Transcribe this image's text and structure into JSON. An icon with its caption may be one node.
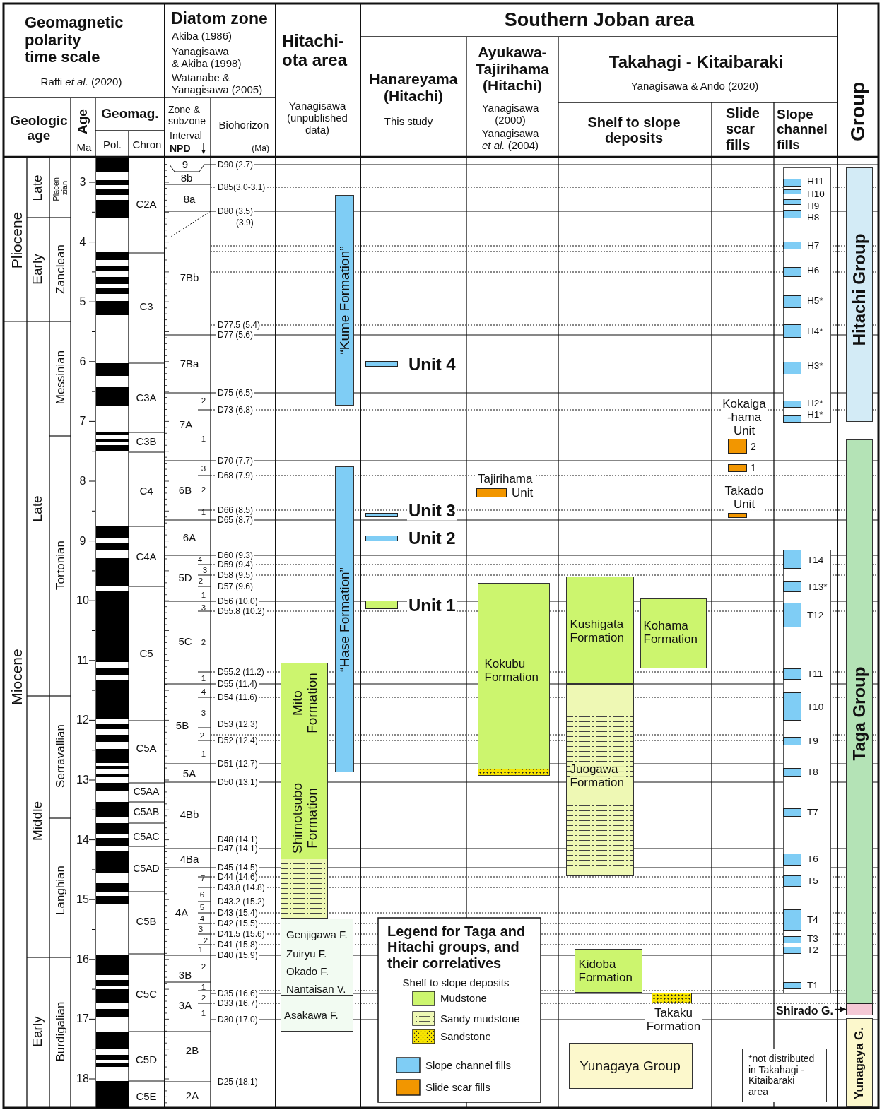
{
  "diagram": {
    "nodes": [
      {
        "text": [
          "“Kume Formation”"
        ]
      },
      {
        "text": [
          "“Hase Formation”"
        ]
      },
      {
        "text": [
          "Mito Formation",
          "Shimotsubo Formation"
        ]
      },
      {
        "text": [
          "Genjigawa F.",
          "Zuiryu F.",
          "Okado F.",
          "Nantaisan V.",
          "Asakawa F."
        ]
      },
      {
        "text": [],
        "shape": "bar",
        "beside": [
          "Unit 4"
        ]
      },
      {
        "text": [],
        "shape": "bar",
        "beside": [
          "Unit 3"
        ]
      },
      {
        "text": [],
        "shape": "bar",
        "beside": [
          "Unit 2"
        ]
      },
      {
        "text": [],
        "shape": "bar",
        "beside": [
          "Unit 1"
        ]
      },
      {
        "text": [],
        "shape": "bar",
        "beside": [
          "Tajirihama",
          "Unit"
        ]
      },
      {
        "text": [
          "Kokubu Formation"
        ]
      },
      {
        "text": [
          "Kushigata Formation"
        ]
      },
      {
        "text": [
          "Juogawa Formation"
        ]
      },
      {
        "text": [
          "Kohama Formation"
        ]
      },
      {
        "text": [
          "Kidoba Formation"
        ]
      },
      {
        "text": [],
        "shape": "bar",
        "beside": [
          "Takaku Formation"
        ]
      },
      {
        "text": [],
        "shape": "bar",
        "beside": [
          "2"
        ]
      },
      {
        "text": [],
        "shape": "bar",
        "beside": [
          "1"
        ]
      },
      {
        "text": [],
        "shape": "bar",
        "beside": [
          "Takado Unit"
        ]
      },
      {
        "text": [],
        "shape": "box"
      },
      {
        "text": [],
        "shape": "bar",
        "in": 18,
        "beside": [
          "H11"
        ]
      },
      {
        "text": [],
        "shape": "bar",
        "in": 18,
        "beside": [
          "H10"
        ]
      },
      {
        "text": [],
        "shape": "bar",
        "in": 18,
        "beside": [
          "H9"
        ]
      },
      {
        "text": [],
        "shape": "bar",
        "in": 18,
        "beside": [
          "H8"
        ]
      },
      {
        "text": [],
        "shape": "bar",
        "in": 18,
        "beside": [
          "H7"
        ]
      },
      {
        "text": [],
        "shape": "bar",
        "in": 18,
        "beside": [
          "H6"
        ]
      },
      {
        "text": [],
        "shape": "bar",
        "in": 18,
        "beside": [
          "H5*"
        ]
      },
      {
        "text": [],
        "shape": "bar",
        "in": 18,
        "beside": [
          "H4*"
        ]
      },
      {
        "text": [],
        "shape": "bar",
        "in": 18,
        "beside": [
          "H3*"
        ]
      },
      {
        "text": [],
        "shape": "bar",
        "in": 18,
        "beside": [
          "H2*"
        ]
      },
      {
        "text": [],
        "shape": "bar",
        "in": 18,
        "beside": [
          "H1*"
        ]
      },
      {
        "text": [],
        "shape": "box"
      },
      {
        "text": [],
        "shape": "bar",
        "in": 30,
        "beside": [
          "T14"
        ]
      },
      {
        "text": [],
        "shape": "bar",
        "in": 30,
        "beside": [
          "T13*"
        ]
      },
      {
        "text": [],
        "shape": "bar",
        "in": 30,
        "beside": [
          "T12"
        ]
      },
      {
        "text": [],
        "shape": "bar",
        "in": 30,
        "beside": [
          "T11"
        ]
      },
      {
        "text": [],
        "shape": "bar",
        "in": 30,
        "beside": [
          "T10"
        ]
      },
      {
        "text": [],
        "shape": "bar",
        "in": 30,
        "beside": [
          "T9"
        ]
      },
      {
        "text": [],
        "shape": "bar",
        "in": 30,
        "beside": [
          "T8"
        ]
      },
      {
        "text": [],
        "shape": "bar",
        "in": 30,
        "beside": [
          "T7"
        ]
      },
      {
        "text": [],
        "shape": "bar",
        "in": 30,
        "beside": [
          "T6"
        ]
      },
      {
        "text": [],
        "shape": "bar",
        "in": 30,
        "beside": [
          "T5"
        ]
      },
      {
        "text": [],
        "shape": "bar",
        "in": 30,
        "beside": [
          "T4"
        ]
      },
      {
        "text": [],
        "shape": "bar",
        "in": 30,
        "beside": [
          "T3"
        ]
      },
      {
        "text": [],
        "shape": "bar",
        "in": 30,
        "beside": [
          "T2"
        ]
      },
      {
        "text": [],
        "shape": "bar",
        "in": 30,
        "beside": [
          "T1"
        ]
      },
      {
        "text": [
          "Hitachi Group"
        ]
      },
      {
        "text": [
          "Taga Group"
        ]
      },
      {
        "text": [
          "Shirado G."
        ]
      },
      {
        "text": [],
        "shape": "bar"
      },
      {
        "text": [
          "Yunagaya G."
        ]
      },
      {
        "text": [
          "Yunagaya Group"
        ]
      },
      {
        "text": [
          "*not distributed in Takahagi - Kitaibaraki area"
        ]
      }
    ],
    "edges": [
      {
        "from": 47,
        "to": 48,
        "arrow": "to"
      }
    ],
    "labels": [
      "Geomagnetic polarity time scale",
      "Raffi *et al.* (2020)",
      "Diatom zone",
      "Akiba (1986)",
      "Yanagisawa & Akiba (1998)",
      "Watanabe & Yanagisawa (2005)",
      "Hitachi-ota area",
      "Southern Joban area",
      "Hanareyama (Hitachi)",
      "This study",
      "Ayukawa-Tajirihama (Hitachi)",
      "Yanagisawa (2000)",
      "Yanagisawa *et al.* (2004)",
      "Takahagi - Kitaibaraki",
      "Yanagisawa & Ando (2020)",
      "Geologic age",
      "Age",
      "Ma",
      "Geomag.",
      "Pol.",
      "Chron",
      "Zone & subzone",
      "Interval",
      "NPD",
      "Biohorizon",
      "(Ma)",
      "Yanagisawa (unpublished data)",
      "Shelf to slope deposits",
      "Slide scar fills",
      "Slope channel fills",
      "Group",
      "Pliocene",
      "Miocene",
      "Late",
      "Early",
      "Late",
      "Middle",
      "Early",
      "Piacen-zian",
      "Zanclean",
      "Messinian",
      "Tortonian",
      "Serravallian",
      "Langhian",
      "Burdigalian",
      "3",
      "4",
      "5",
      "6",
      "7",
      "8",
      "9",
      "10",
      "11",
      "12",
      "13",
      "14",
      "15",
      "16",
      "17",
      "18",
      "C2A",
      "C3",
      "C3A",
      "C3B",
      "C4",
      "C4A",
      "C5",
      "C5A",
      "C5AA",
      "C5AB",
      "C5AC",
      "C5AD",
      "C5B",
      "C5C",
      "C5D",
      "C5E",
      "9",
      "8b",
      "8a",
      "7Bb",
      "7Ba",
      "7A",
      "6B",
      "6A",
      "5D",
      "5C",
      "5B",
      "5A",
      "4Bb",
      "4Ba",
      "4A",
      "3B",
      "3A",
      "2B",
      "2A",
      "2",
      "1",
      "3",
      "2",
      "1",
      "4",
      "3",
      "2",
      "1",
      "3",
      "2",
      "1",
      "4",
      "3",
      "2",
      "1",
      "7",
      "6",
      "5",
      "4",
      "3",
      "2",
      "1",
      "2",
      "1",
      "2",
      "1",
      "D90 (2.7)",
      "D85(3.0-3.1)",
      "D80 (3.5)",
      "(3.9)",
      "D77.5 (5.4)",
      "D77 (5.6)",
      "D75 (6.5)",
      "D73 (6.8)",
      "D70 (7.7)",
      "D68 (7.9)",
      "D66 (8.5)",
      "D65 (8.7)",
      "D60 (9.3)",
      "D59 (9.4)",
      "D58 (9.5)",
      "D57 (9.6)",
      "D56 (10.0)",
      "D55.8 (10.2)",
      "D55.2 (11.2)",
      "D55 (11.4)",
      "D54 (11.6)",
      "D53 (12.3)",
      "D52 (12.4)",
      "D51 (12.7)",
      "D50 (13.1)",
      "D48 (14.1)",
      "D47 (14.1)",
      "D45 (14.5)",
      "D44 (14.6)",
      "D43.8 (14.8)",
      "D43.2 (15.2)",
      "D43 (15.4)",
      "D42 (15.5)",
      "D41.5 (15.6)",
      "D41 (15.8)",
      "D40 (15.9)",
      "D35 (16.6)",
      "D33 (16.7)",
      "D30 (17.0)",
      "D25 (18.1)",
      "Kokaiga -hama Unit",
      "Legend for Taga and Hitachi groups, and their correlatives",
      "Shelf to slope deposits"
    ],
    "legend": [
      {
        "text": "Mudstone",
        "color": "#ccf56e"
      },
      {
        "text": "Sandy mudstone"
      },
      {
        "text": "Sandstone"
      },
      {
        "text": "Slope channel fills",
        "color": "#7fcdf5"
      },
      {
        "text": "Slide scar fills",
        "color": "#f29600"
      }
    ]
  }
}
